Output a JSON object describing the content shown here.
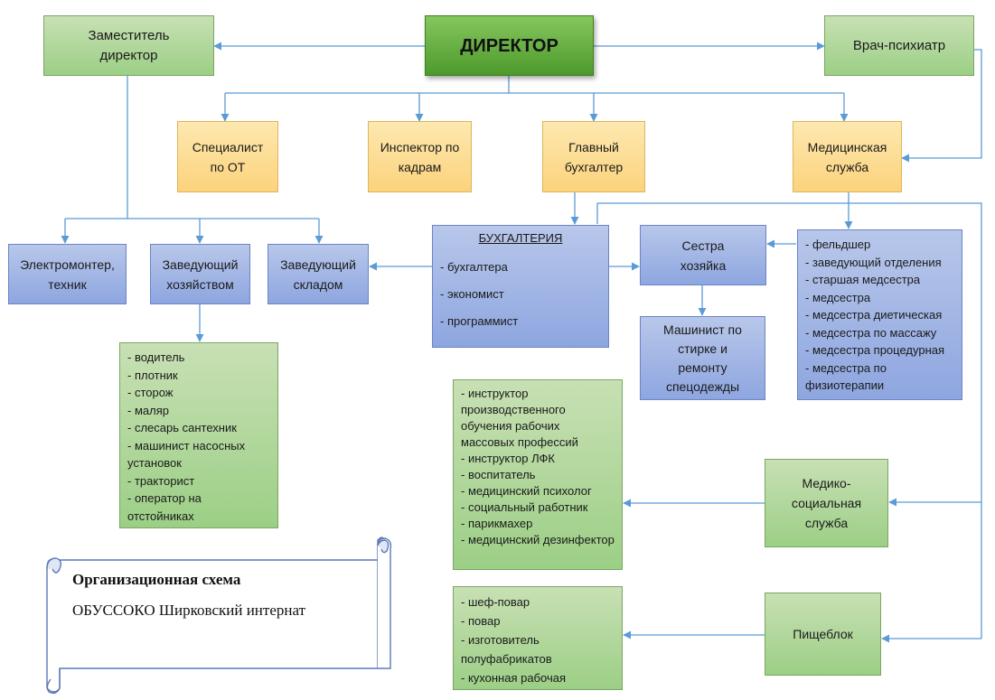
{
  "director": "ДИРЕКТОР",
  "deputy": "Заместитель\nдиректор",
  "psychiatrist": "Врач-психиатр",
  "ot_specialist": "Специалист\nпо ОТ",
  "hr_inspector": "Инспектор по\nкадрам",
  "chief_accountant": "Главный\nбухгалтер",
  "medical_service": "Медицинская\nслужба",
  "electrician": "Электромонтер,\nтехник",
  "housekeeping_head": "Заведующий\nхозяйством",
  "warehouse_head": "Заведующий\nскладом",
  "accounting": {
    "title": "БУХГАЛТЕРИЯ",
    "items": [
      "- бухгалтера",
      "- экономист",
      "- программист"
    ]
  },
  "head_nurse_housekeeper": "Сестра\nхозяйка",
  "laundry_machinist": "Машинист по\nстирке и\nремонту\nспецодежды",
  "medical_staff": [
    "- фельдшер",
    "- заведующий отделения",
    "- старшая медсестра",
    "- медсестра",
    "- медсестра диетическая",
    "- медсестра по массажу",
    "- медсестра процедурная",
    "- медсестра по физиотерапии"
  ],
  "housekeeping_staff": [
    "- водитель",
    "- плотник",
    "- сторож",
    "- маляр",
    "- слесарь сантехник",
    "- машинист насосных установок",
    "- тракторист",
    "- оператор на отстойниках"
  ],
  "social_staff": [
    "- инструктор производственного обучения рабочих массовых профессий",
    "- инструктор ЛФК",
    "- воспитатель",
    "- медицинский психолог",
    "- социальный работник",
    "- парикмахер",
    "- медицинский дезинфектор"
  ],
  "medsoc_service": "Медико-\nсоциальная\nслужба",
  "kitchen_staff": [
    "- шеф-повар",
    "- повар",
    "- изготовитель полуфабрикатов",
    "- кухонная рабочая"
  ],
  "kitchen": "Пищеблок",
  "scroll": {
    "title": "Организационная схема",
    "subtitle": "ОБУССОКО Ширковский интернат"
  },
  "colors": {
    "line": "#5b9bd5",
    "green": "#a9d18e",
    "orange": "#ffd966",
    "blue": "#8faadc",
    "director": "#5aa832"
  }
}
